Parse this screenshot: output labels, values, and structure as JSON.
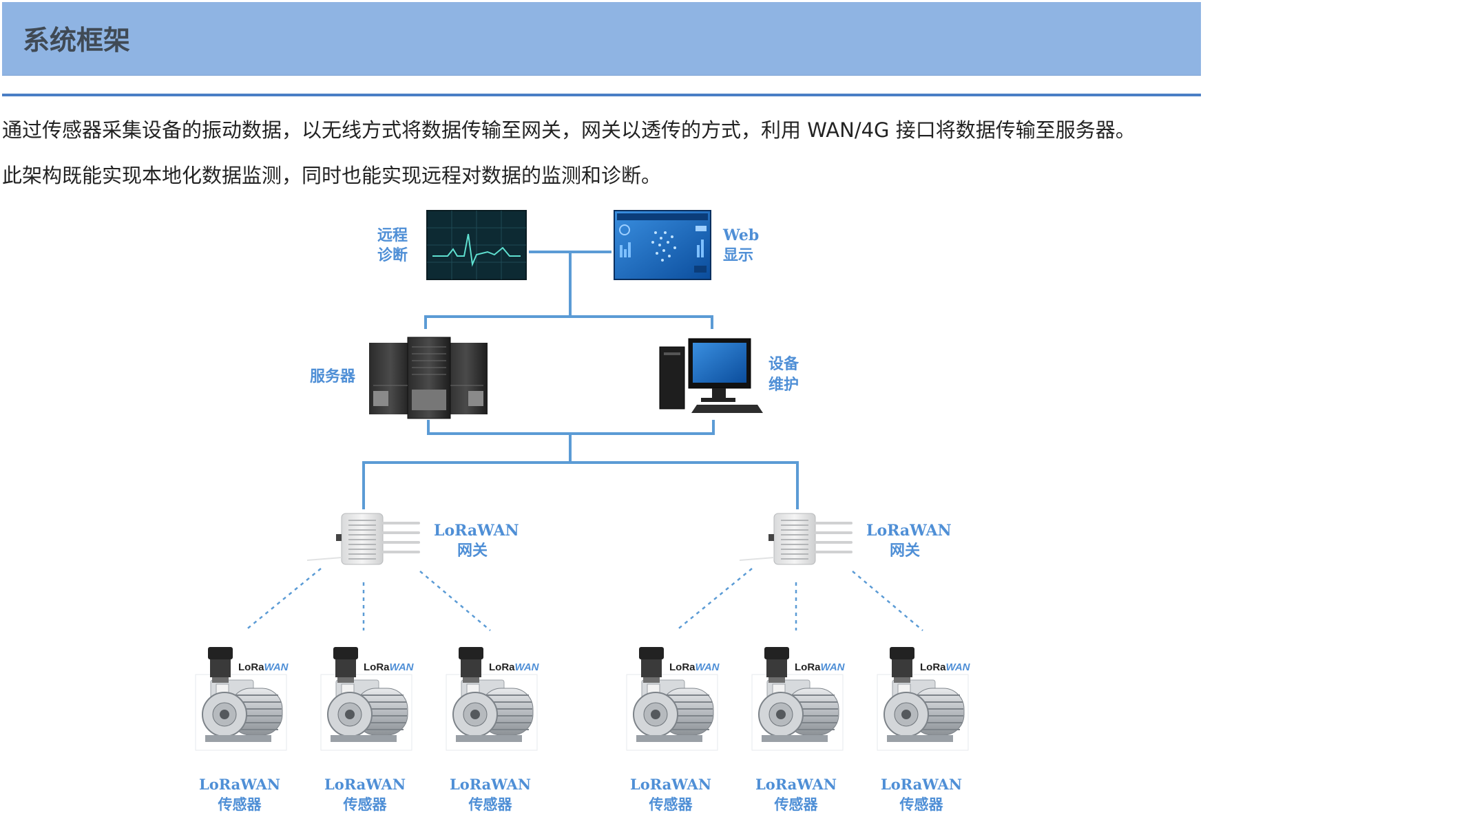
{
  "section": {
    "title": "系统框架"
  },
  "description": {
    "line1": "通过传感器采集设备的振动数据，以无线方式将数据传输至网关，网关以透传的方式，利用 WAN/4G 接口将数据传输至服务器。",
    "line2": "此架构既能实现本地化数据监测，同时也能实现远程对数据的监测和诊断。"
  },
  "diagram": {
    "remote_diagnosis": {
      "line1": "远程",
      "line2": "诊断"
    },
    "web_display": {
      "line1": "Web",
      "line2": "显示"
    },
    "server": {
      "label": "服务器"
    },
    "maintenance": {
      "line1": "设备",
      "line2": "维护"
    },
    "gateways": [
      {
        "line1": "LoRaWAN",
        "line2": "网关"
      },
      {
        "line1": "LoRaWAN",
        "line2": "网关"
      }
    ],
    "sensor_badge": {
      "lora": "LoRa",
      "wan": "WAN"
    },
    "sensors": [
      {
        "line1": "LoRaWAN",
        "line2": "传感器"
      },
      {
        "line1": "LoRaWAN",
        "line2": "传感器"
      },
      {
        "line1": "LoRaWAN",
        "line2": "传感器"
      },
      {
        "line1": "LoRaWAN",
        "line2": "传感器"
      },
      {
        "line1": "LoRaWAN",
        "line2": "传感器"
      },
      {
        "line1": "LoRaWAN",
        "line2": "传感器"
      }
    ]
  },
  "colors": {
    "header_bg": "#8fb4e3",
    "rule": "#4a7ec5",
    "diagram_blue": "#5b9bd5",
    "label_blue": "#4f8fd6"
  }
}
